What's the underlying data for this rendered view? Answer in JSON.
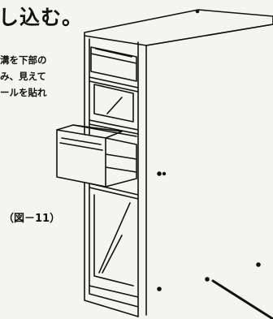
{
  "heading": "し込む。",
  "body_lines": [
    "溝を下部の",
    "み、見えて",
    "ールを貼れ"
  ],
  "figure_label": "（図－11）",
  "illustration_icon": "cabinet-drawer-diagram"
}
